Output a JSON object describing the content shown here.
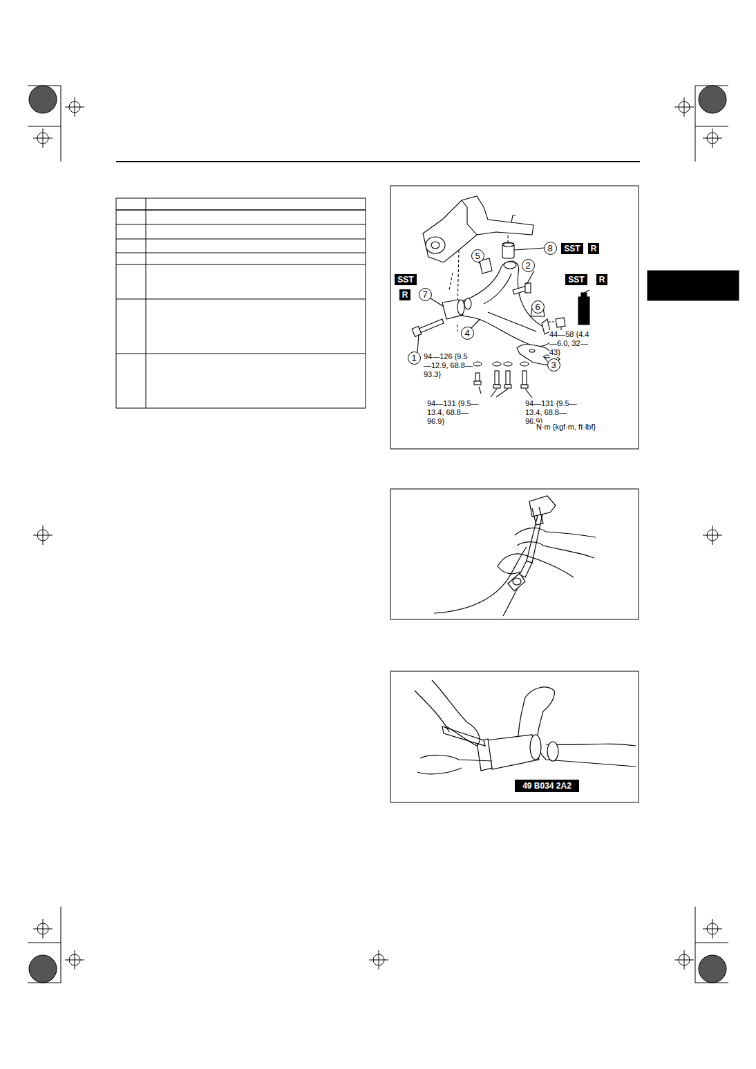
{
  "diagram": {
    "nodes": [
      {
        "text": [
          "8"
        ]
      },
      {
        "text": [
          "SST"
        ]
      },
      {
        "text": [
          "R"
        ]
      },
      {
        "text": [
          "5"
        ]
      },
      {
        "text": [
          "2"
        ]
      },
      {
        "text": [
          "SST"
        ]
      },
      {
        "text": [
          "R"
        ]
      },
      {
        "text": [
          "SST"
        ]
      },
      {
        "text": [
          "R"
        ]
      },
      {
        "text": [
          "7"
        ]
      },
      {
        "text": [
          "6"
        ]
      },
      {
        "text": [
          "4"
        ]
      },
      {
        "text": [
          "1"
        ]
      },
      {
        "text": [
          "3"
        ]
      },
      {
        "text": [
          "49 B034 2A2"
        ]
      }
    ],
    "labels": [
      "94—126 {9.5—12.9, 68.8—93.3}",
      "44—58 {4.4—6.0, 32—43}",
      "94—131 {9.5—13.4, 68.8—96.9}",
      "94—131 {9.5—13.4, 68.8—96.9}",
      "N·m {kgf·m, ft·lbf}"
    ]
  }
}
